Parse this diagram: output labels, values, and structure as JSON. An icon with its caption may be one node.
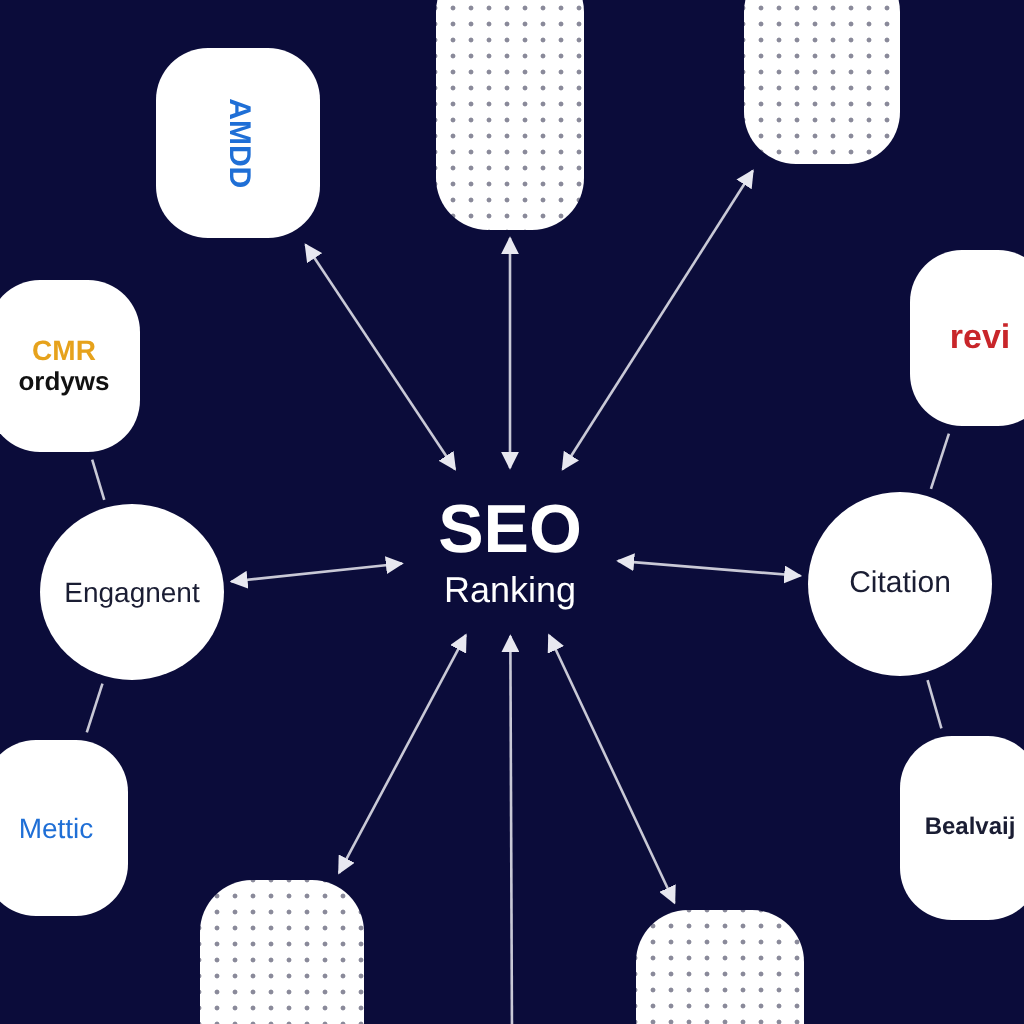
{
  "diagram": {
    "nodes": [
      {
        "text": [
          "SEO",
          "Ranking"
        ]
      },
      {
        "text": [
          "AMDD"
        ]
      },
      {
        "text": [],
        "shape": "box"
      },
      {
        "text": [],
        "shape": "box"
      },
      {
        "text": [
          "CMR",
          "ordyws"
        ]
      },
      {
        "text": [
          "Engagnent"
        ]
      },
      {
        "text": [
          "Mettic"
        ]
      },
      {
        "text": [],
        "shape": "box"
      },
      {
        "text": [],
        "shape": "box"
      },
      {
        "text": [
          "revi"
        ]
      },
      {
        "text": [
          "Citation"
        ]
      },
      {
        "text": [
          "Bealvaij"
        ]
      }
    ],
    "edges": [
      {
        "from": 0,
        "to": 1,
        "arrow": "both"
      },
      {
        "from": 0,
        "to": 2,
        "arrow": "both"
      },
      {
        "from": 0,
        "to": 3,
        "arrow": "both"
      },
      {
        "from": 0,
        "to": 5,
        "arrow": "both"
      },
      {
        "from": 0,
        "to": 10,
        "arrow": "both"
      },
      {
        "from": 0,
        "to": 7,
        "arrow": "both"
      },
      {
        "from": 0,
        "to": 8,
        "arrow": "both"
      },
      {
        "from": null,
        "to": 0,
        "arrow": "to"
      },
      {
        "from": 4,
        "to": 5,
        "arrow": "none"
      },
      {
        "from": 5,
        "to": 6,
        "arrow": "none"
      },
      {
        "from": 9,
        "to": 10,
        "arrow": "none"
      },
      {
        "from": 10,
        "to": 11,
        "arrow": "none"
      }
    ]
  }
}
